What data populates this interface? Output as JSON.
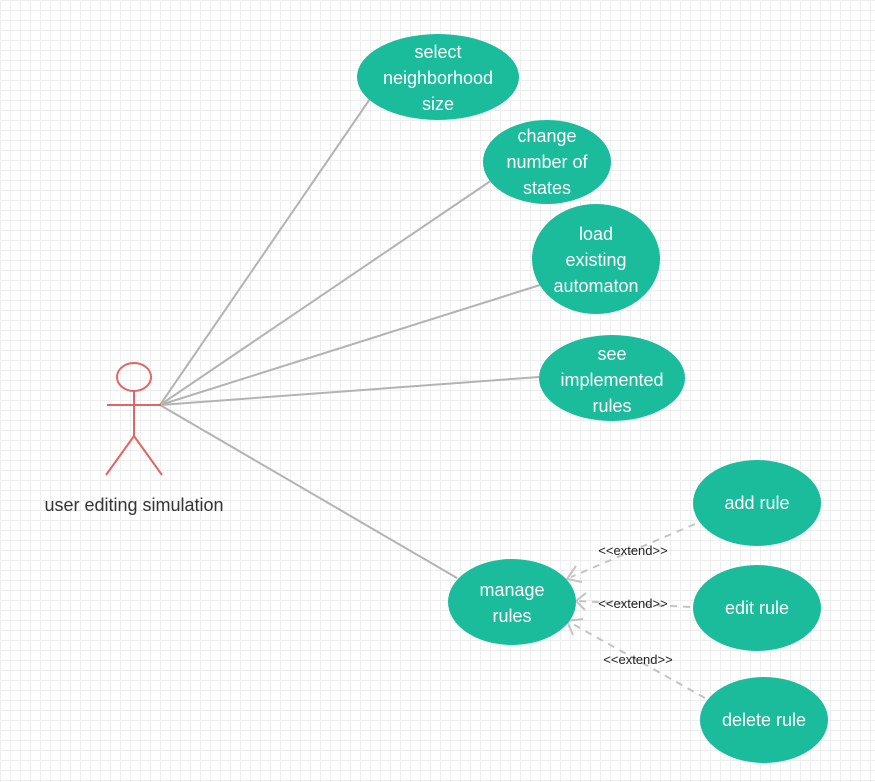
{
  "colors": {
    "usecase_fill": "#1abc9c",
    "usecase_text": "#ffffff",
    "association_line": "#b3b3b3",
    "actor_stroke": "#e06666",
    "actor_label": "#333333",
    "relation_label": "#222222"
  },
  "actor": {
    "name": "user editing simulation"
  },
  "use_cases": {
    "select_neighborhood_size": {
      "lines": [
        "select",
        "neighborhood",
        "size"
      ]
    },
    "change_number_of_states": {
      "lines": [
        "change",
        "number of",
        "states"
      ]
    },
    "load_existing_automaton": {
      "lines": [
        "load",
        "existing",
        "automaton"
      ]
    },
    "see_implemented_rules": {
      "lines": [
        "see",
        "implemented",
        "rules"
      ]
    },
    "manage_rules": {
      "lines": [
        "manage",
        "rules"
      ]
    },
    "add_rule": {
      "lines": [
        "add rule"
      ]
    },
    "edit_rule": {
      "lines": [
        "edit rule"
      ]
    },
    "delete_rule": {
      "lines": [
        "delete rule"
      ]
    }
  },
  "relations": {
    "extend_add": "<<extend>>",
    "extend_edit": "<<extend>>",
    "extend_delete": "<<extend>>"
  }
}
